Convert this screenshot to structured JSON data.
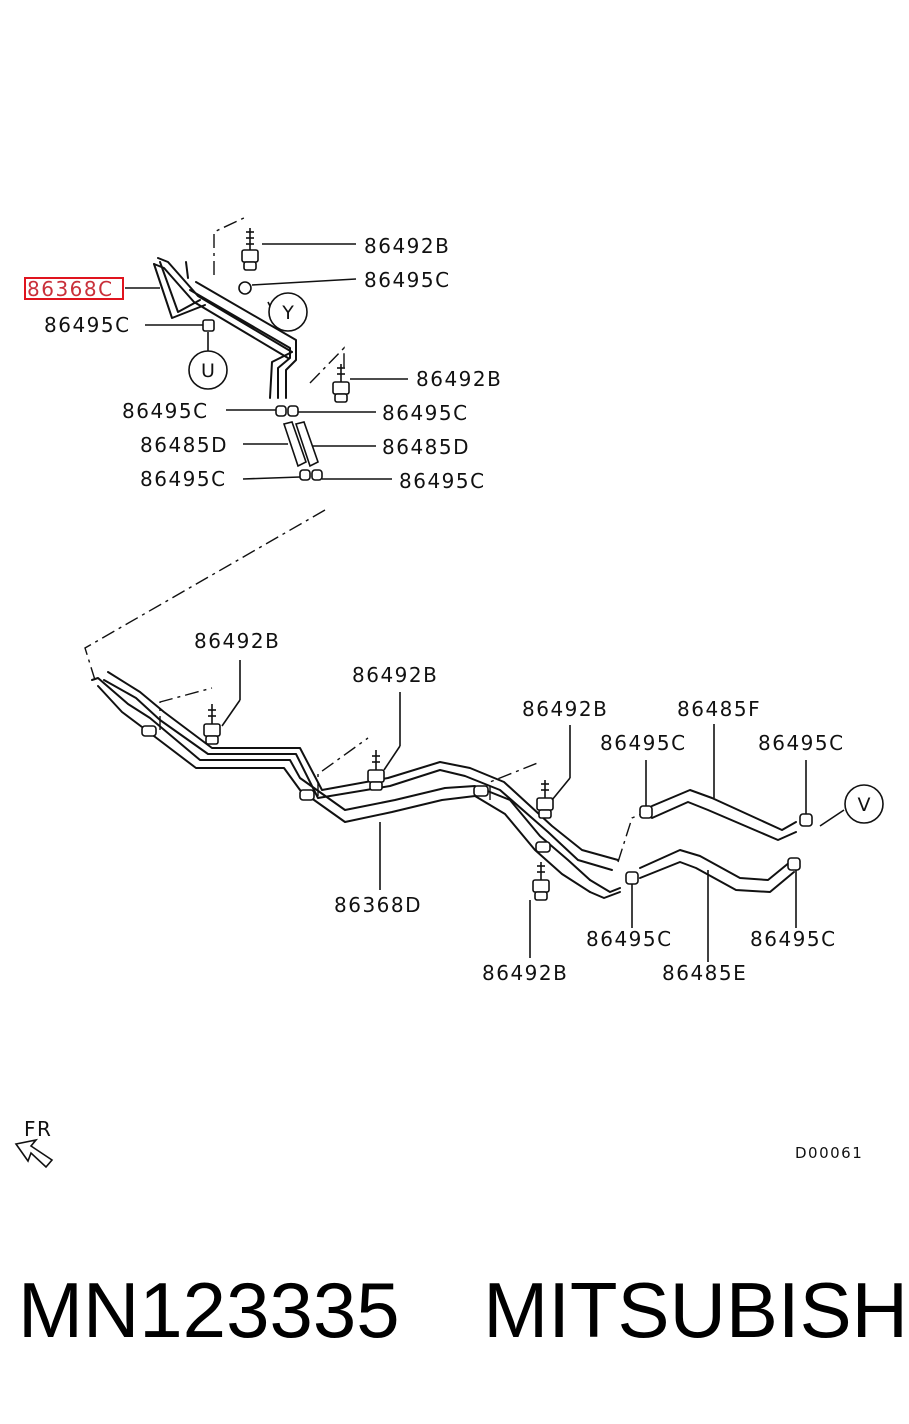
{
  "highlighted_part": "86368C",
  "colors": {
    "highlight": "#e0141e",
    "line": "#111111"
  },
  "parts": {
    "p1": "86492B",
    "p2": "86495C",
    "p3": "86495C",
    "p4": "86492B",
    "p5": "86495C",
    "p6": "86495C",
    "p7": "86485D",
    "p8": "86485D",
    "p9": "86495C",
    "p10": "86495C",
    "p11": "86492B",
    "p12": "86492B",
    "p13": "86492B",
    "p14": "86485F",
    "p15": "86495C",
    "p16": "86495C",
    "p17": "86368D",
    "p18": "86495C",
    "p19": "86495C",
    "p20": "86492B",
    "p21": "86485E"
  },
  "callouts": {
    "y": "Y",
    "u": "U",
    "v": "V"
  },
  "direction_label": "FR",
  "diagram_code": "D00061",
  "footer": {
    "part_number": "MN123335",
    "brand": "MITSUBISHI"
  }
}
